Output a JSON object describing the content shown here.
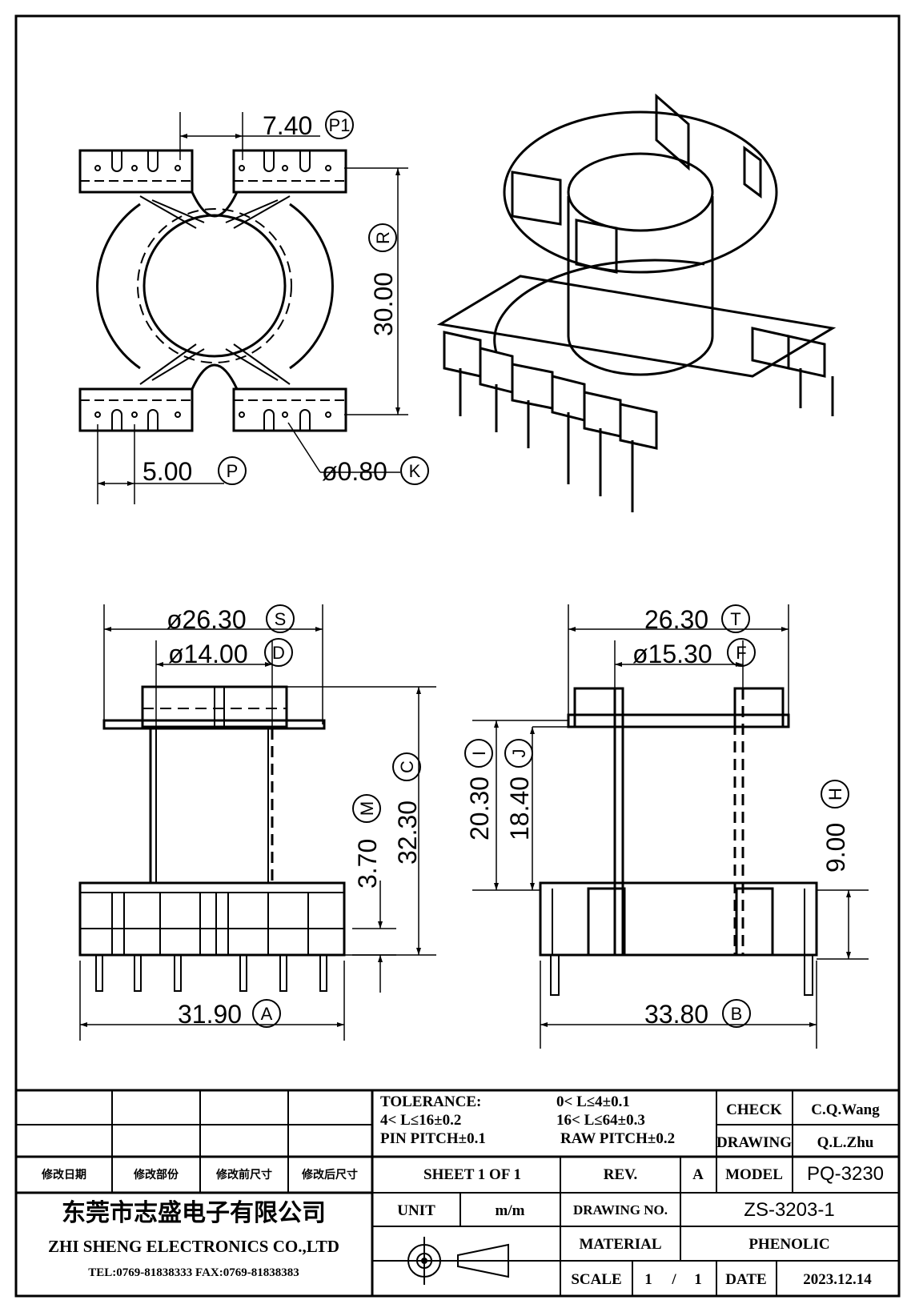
{
  "dimensions": {
    "pin_spacing_p1": {
      "value": "7.40",
      "letter": "P1"
    },
    "height_r": {
      "value": "30.00",
      "letter": "R"
    },
    "pitch_p": {
      "value": "5.00",
      "letter": "P"
    },
    "pin_dia_k": {
      "value": "ø0.80",
      "letter": "K"
    },
    "flange_dia_s": {
      "value": "ø26.30",
      "letter": "S"
    },
    "core_dia_d": {
      "value": "ø14.00",
      "letter": "D"
    },
    "total_height_c": {
      "value": "32.30",
      "letter": "C"
    },
    "standoff_m": {
      "value": "3.70",
      "letter": "M"
    },
    "base_width_a": {
      "value": "31.90",
      "letter": "A"
    },
    "flange_width_t": {
      "value": "26.30",
      "letter": "T"
    },
    "core_dia_f": {
      "value": "ø15.30",
      "letter": "F"
    },
    "height_i": {
      "value": "20.30",
      "letter": "I"
    },
    "height_j": {
      "value": "18.40",
      "letter": "J"
    },
    "height_h": {
      "value": "9.00",
      "letter": "H"
    },
    "base_width_b": {
      "value": "33.80",
      "letter": "B"
    }
  },
  "title_block": {
    "tolerance_label": "TOLERANCE:",
    "tol_1": "0< L≤4±0.1",
    "tol_2": "4< L≤16±0.2",
    "tol_3": "16< L≤64±0.3",
    "tol_4": "PIN PITCH±0.1",
    "tol_5": "RAW PITCH±0.2",
    "check_label": "CHECK",
    "check_value": "C.Q.Wang",
    "drawing_label": "DRAWING",
    "drawing_value": "Q.L.Zhu",
    "rev_col_1": "修改日期",
    "rev_col_2": "修改部份",
    "rev_col_3": "修改前尺寸",
    "rev_col_4": "修改后尺寸",
    "sheet": "SHEET 1 OF 1",
    "rev_label": "REV.",
    "rev_value": "A",
    "model_label": "MODEL",
    "model_value": "PQ-3230",
    "company_cn": "东莞市志盛电子有限公司",
    "company_en": "ZHI SHENG ELECTRONICS CO.,LTD",
    "contact": "TEL:0769-81838333 FAX:0769-81838383",
    "unit_label": "UNIT",
    "unit_value": "m/m",
    "drawing_no_label": "DRAWING NO.",
    "drawing_no_value": "ZS-3203-1",
    "material_label": "MATERIAL",
    "material_value": "PHENOLIC",
    "scale_label": "SCALE",
    "scale_num": "1",
    "scale_sep": "/",
    "scale_den": "1",
    "date_label": "DATE",
    "date_value": "2023.12.14"
  }
}
